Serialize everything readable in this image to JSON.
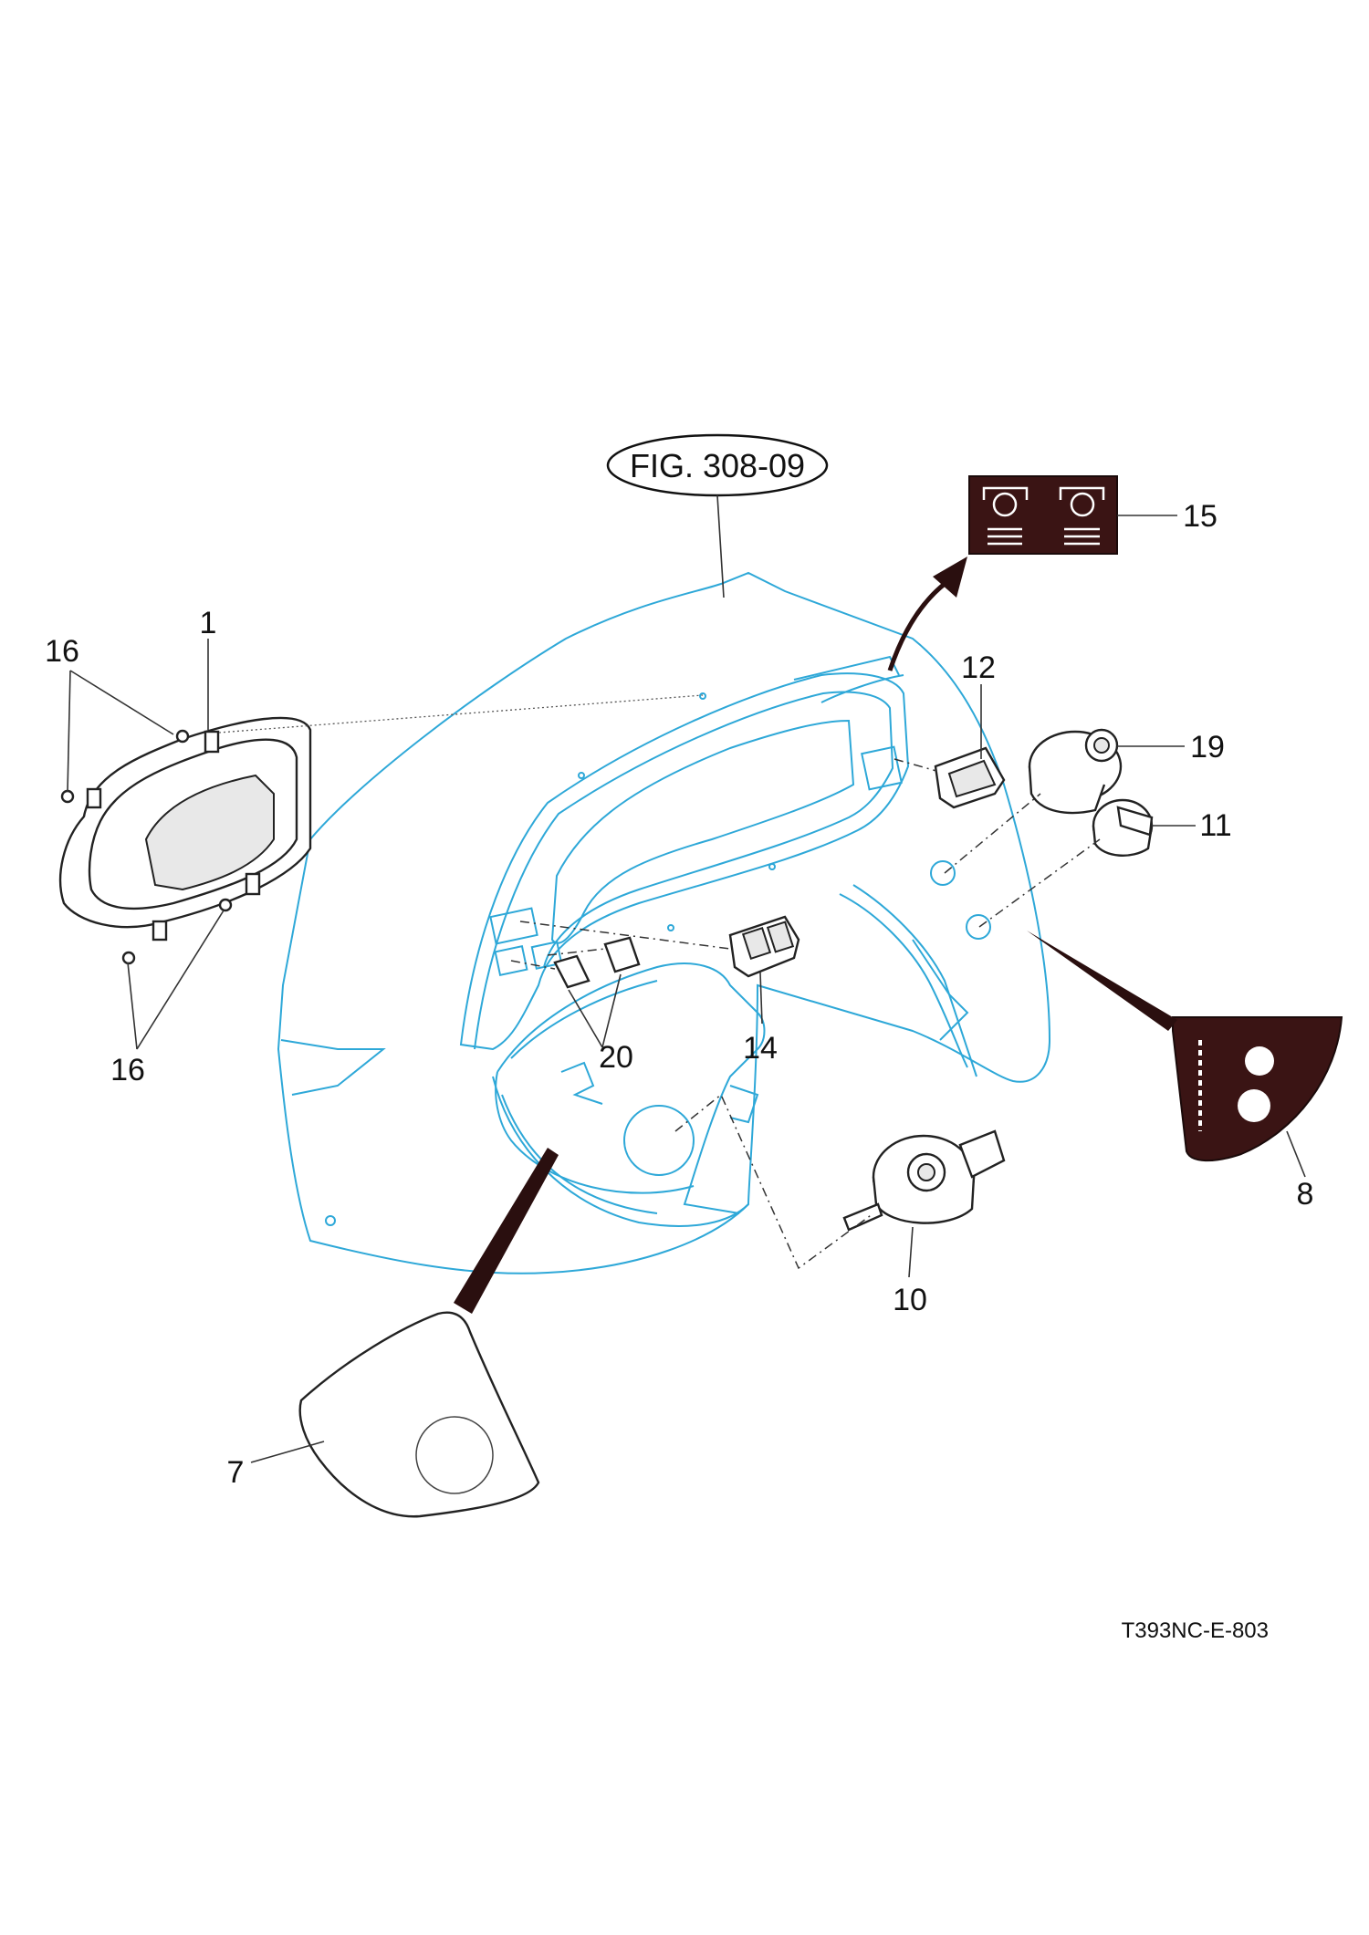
{
  "figure_ref": "FIG. 308-09",
  "drawing_code": "T393NC-E-803",
  "callouts": {
    "c1": "1",
    "c7": "7",
    "c8": "8",
    "c10": "10",
    "c11": "11",
    "c12": "12",
    "c14": "14",
    "c15": "15",
    "c16a": "16",
    "c16b": "16",
    "c19": "19",
    "c20": "20"
  },
  "colors": {
    "panel_outline": "#2ea8d8",
    "decal": "#3a1414",
    "line": "#222222"
  }
}
